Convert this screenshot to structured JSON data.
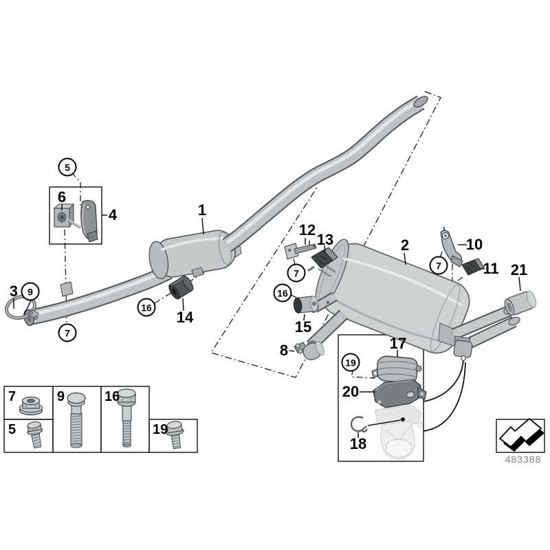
{
  "figure": {
    "background": "#ffffff",
    "code": "483388",
    "code_color": "#7d8184",
    "line_color": "#000000",
    "metal_light": "#c6cacb",
    "metal_dark": "#51565a",
    "rubber_dark": "#44484a"
  },
  "callouts": {
    "n1": "1",
    "n2": "2",
    "n3": "3",
    "n4": "4",
    "n5c": "5",
    "n6": "6",
    "n7c_left": "7",
    "n7c_mid": "7",
    "n7c_right": "7",
    "n8": "8",
    "n9c": "9",
    "n10": "10",
    "n11": "11",
    "n12": "12",
    "n13": "13",
    "n14": "14",
    "n15": "15",
    "n16c_left": "16",
    "n16c_right": "16",
    "n17": "17",
    "n18": "18",
    "n19c": "19",
    "n20": "20",
    "n21": "21"
  },
  "legend": {
    "cells": [
      {
        "label": "7"
      },
      {
        "label": "5"
      },
      {
        "label": "9"
      },
      {
        "label": "16"
      },
      {
        "label": "19"
      }
    ]
  },
  "nav": {
    "icon": "next-diagram-arrow"
  }
}
